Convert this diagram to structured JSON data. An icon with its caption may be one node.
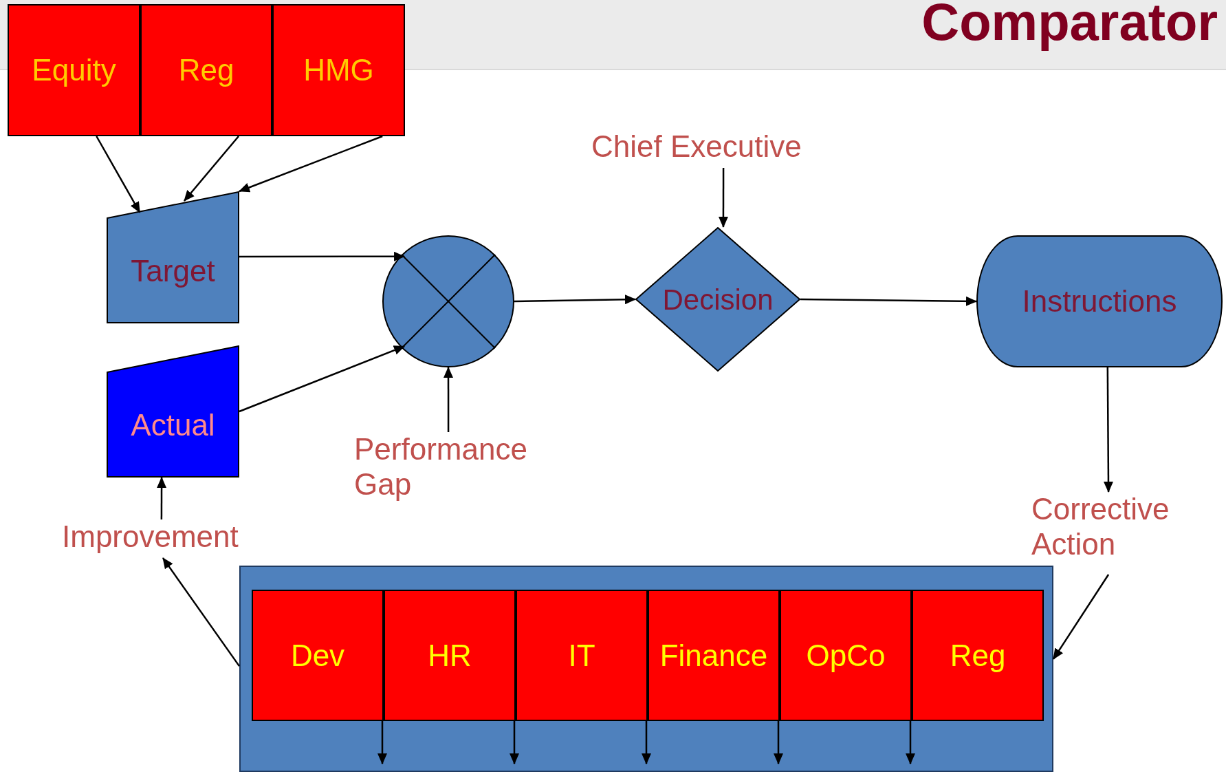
{
  "diagram": {
    "title": "Comparator",
    "nodes": [
      {
        "text": [
          "Equity"
        ]
      },
      {
        "text": [
          "Reg"
        ]
      },
      {
        "text": [
          "HMG"
        ]
      },
      {
        "text": [
          "Target"
        ]
      },
      {
        "text": [
          "Actual"
        ]
      },
      {
        "text": [],
        "shape": "circle"
      },
      {
        "text": [
          "Decision"
        ]
      },
      {
        "text": [
          "Instructions"
        ]
      },
      {
        "text": [
          "Chief Executive"
        ]
      },
      {
        "text": [
          "Performance Gap"
        ]
      },
      {
        "text": [
          "Improvement"
        ]
      },
      {
        "text": [
          "Corrective Action"
        ]
      },
      {
        "text": [],
        "shape": "box"
      },
      {
        "text": [
          "Dev"
        ],
        "in": 12
      },
      {
        "text": [
          "HR"
        ],
        "in": 12
      },
      {
        "text": [
          "IT"
        ],
        "in": 12
      },
      {
        "text": [
          "Finance"
        ],
        "in": 12
      },
      {
        "text": [
          "OpCo"
        ],
        "in": 12
      },
      {
        "text": [
          "Reg"
        ],
        "in": 12
      }
    ],
    "edges": [
      {
        "from": 0,
        "to": 3,
        "arrow": "to"
      },
      {
        "from": 1,
        "to": 3,
        "arrow": "to"
      },
      {
        "from": 2,
        "to": 3,
        "arrow": "to"
      },
      {
        "from": 3,
        "to": 5,
        "arrow": "to"
      },
      {
        "from": 4,
        "to": 5,
        "arrow": "to"
      },
      {
        "from": 9,
        "to": 5,
        "arrow": "to"
      },
      {
        "from": 5,
        "to": 6,
        "arrow": "to"
      },
      {
        "from": 8,
        "to": 6,
        "arrow": "to"
      },
      {
        "from": 6,
        "to": 7,
        "arrow": "to"
      },
      {
        "from": 7,
        "to": 11,
        "arrow": "to"
      },
      {
        "from": 11,
        "to": 12,
        "arrow": "to"
      },
      {
        "from": 12,
        "to": 10,
        "arrow": "to"
      },
      {
        "from": 10,
        "to": 4,
        "arrow": "to"
      },
      {
        "from": 13,
        "to": null,
        "arrow": "to"
      },
      {
        "from": 14,
        "to": null,
        "arrow": "to"
      },
      {
        "from": 15,
        "to": null,
        "arrow": "to"
      },
      {
        "from": 16,
        "to": null,
        "arrow": "to"
      },
      {
        "from": 17,
        "to": null,
        "arrow": "to"
      }
    ]
  }
}
